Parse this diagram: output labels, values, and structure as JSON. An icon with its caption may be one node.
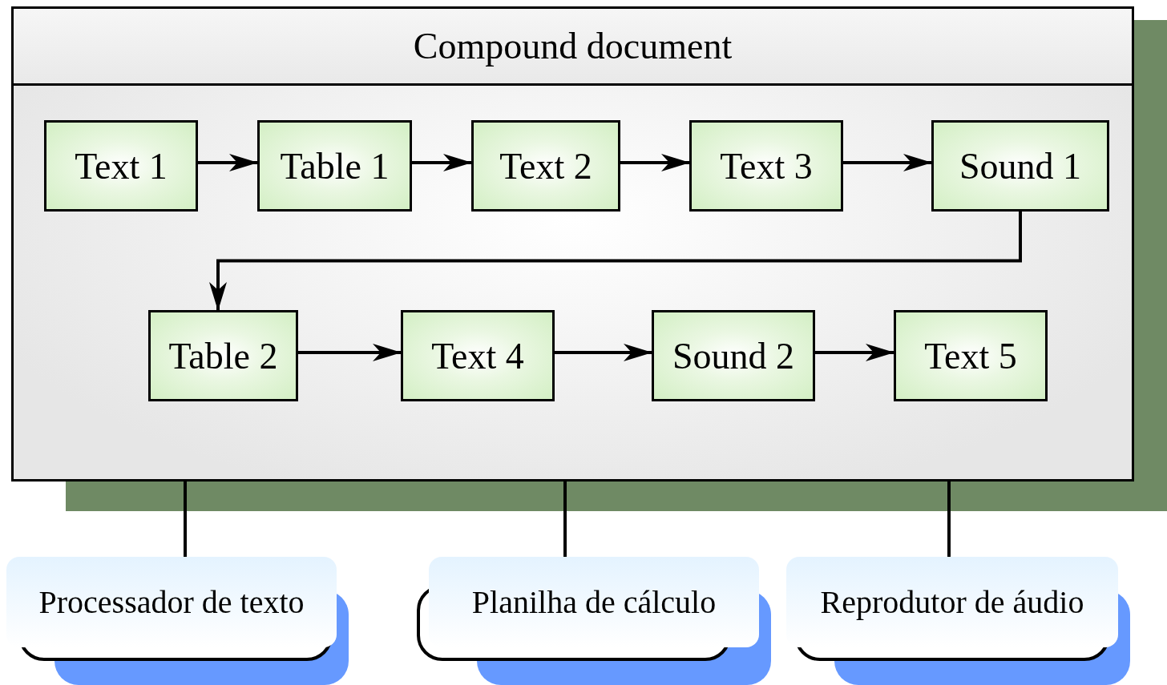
{
  "diagram": {
    "nodes": [
      {
        "text": [
          "Compound document"
        ]
      },
      {
        "text": [
          "Text 1"
        ],
        "in": 0
      },
      {
        "text": [
          "Table 1"
        ],
        "in": 0
      },
      {
        "text": [
          "Text 2"
        ],
        "in": 0
      },
      {
        "text": [
          "Text 3"
        ],
        "in": 0
      },
      {
        "text": [
          "Sound 1"
        ],
        "in": 0
      },
      {
        "text": [
          "Table 2"
        ],
        "in": 0
      },
      {
        "text": [
          "Text 4"
        ],
        "in": 0
      },
      {
        "text": [
          "Sound 2"
        ],
        "in": 0
      },
      {
        "text": [
          "Text 5"
        ],
        "in": 0
      },
      {
        "text": [
          "Processador de texto"
        ]
      },
      {
        "text": [
          "Planilha de cálculo"
        ]
      },
      {
        "text": [
          "Reprodutor de áudio"
        ]
      }
    ],
    "edges": [
      {
        "from": 1,
        "to": 2,
        "arrow": "to"
      },
      {
        "from": 2,
        "to": 3,
        "arrow": "to"
      },
      {
        "from": 3,
        "to": 4,
        "arrow": "to"
      },
      {
        "from": 4,
        "to": 5,
        "arrow": "to"
      },
      {
        "from": 5,
        "to": 6,
        "arrow": "to"
      },
      {
        "from": 6,
        "to": 7,
        "arrow": "to"
      },
      {
        "from": 7,
        "to": 8,
        "arrow": "to"
      },
      {
        "from": 8,
        "to": 9,
        "arrow": "to"
      },
      {
        "from": 0,
        "to": 10,
        "arrow": "none"
      },
      {
        "from": 0,
        "to": 11,
        "arrow": "none"
      },
      {
        "from": 0,
        "to": 12,
        "arrow": "none"
      }
    ]
  }
}
